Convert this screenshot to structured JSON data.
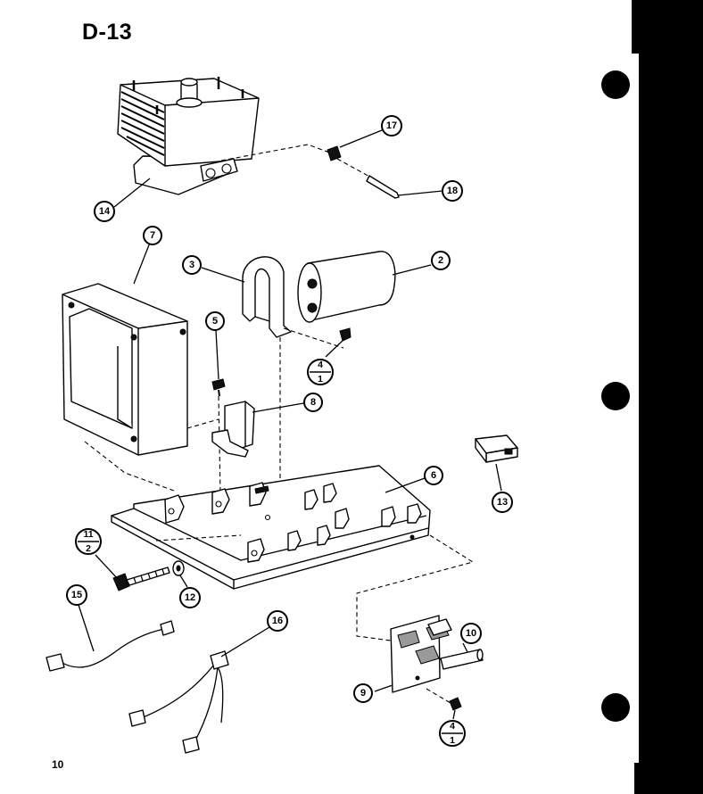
{
  "page": {
    "title": "D-13",
    "page_number": "10"
  },
  "callouts": {
    "c2": "2",
    "c3": "3",
    "c5": "5",
    "c6": "6",
    "c7": "7",
    "c8": "8",
    "c9": "9",
    "c10": "10",
    "c12": "12",
    "c13": "13",
    "c14": "14",
    "c15": "15",
    "c16": "16",
    "c17": "17",
    "c18": "18",
    "f41a_top": "4",
    "f41a_bot": "1",
    "f41b_top": "4",
    "f41b_bot": "1",
    "f112_top": "11",
    "f112_bot": "2"
  }
}
